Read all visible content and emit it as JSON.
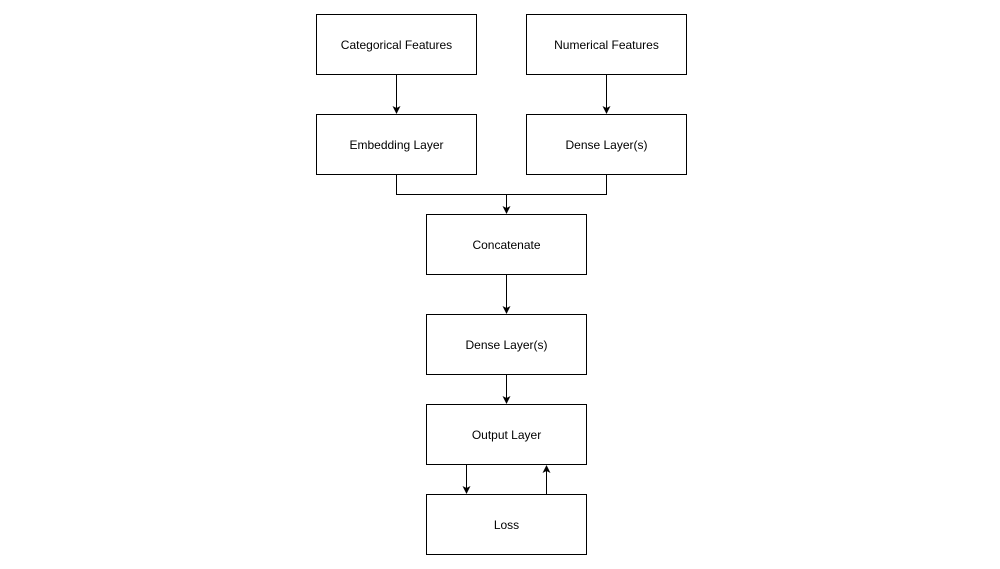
{
  "diagram": {
    "nodes": {
      "categorical_features": "Categorical Features",
      "numerical_features": "Numerical Features",
      "embedding_layer": "Embedding Layer",
      "dense_layers_top": "Dense Layer(s)",
      "concatenate": "Concatenate",
      "dense_layers_mid": "Dense Layer(s)",
      "output_layer": "Output Layer",
      "loss": "Loss"
    },
    "edges": [
      {
        "from": "Categorical Features",
        "to": "Embedding Layer"
      },
      {
        "from": "Numerical Features",
        "to": "Dense Layer(s)"
      },
      {
        "from": "Embedding Layer",
        "to": "Concatenate"
      },
      {
        "from": "Dense Layer(s)",
        "to": "Concatenate"
      },
      {
        "from": "Concatenate",
        "to": "Dense Layer(s)"
      },
      {
        "from": "Dense Layer(s)",
        "to": "Output Layer"
      },
      {
        "from": "Output Layer",
        "to": "Loss"
      },
      {
        "from": "Loss",
        "to": "Output Layer"
      }
    ],
    "colors": {
      "stroke": "#000000",
      "text": "#000000",
      "background": "#ffffff"
    }
  }
}
